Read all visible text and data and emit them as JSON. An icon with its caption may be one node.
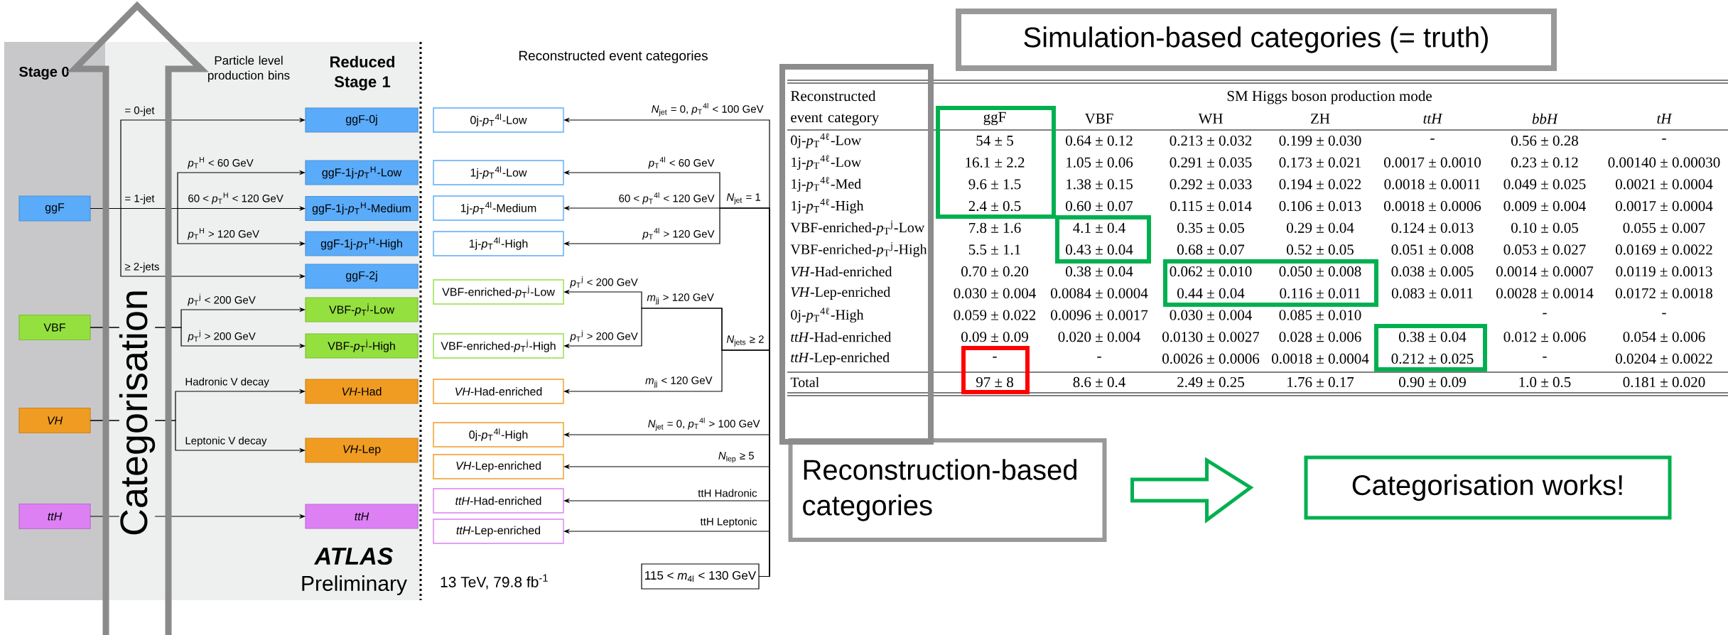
{
  "diagram": {
    "nodes": [
      {
        "text": [
          "Particle level production bins",
          "Reduced Stage 1",
          "ATLAS",
          "Preliminary"
        ]
      },
      {
        "text": [
          "Stage 0"
        ],
        "in": 0
      },
      {
        "text": [
          "ggF"
        ],
        "in": 1
      },
      {
        "text": [
          "VBF"
        ],
        "in": 1
      },
      {
        "text": [
          "VH"
        ],
        "in": 1
      },
      {
        "text": [
          "ttH"
        ],
        "in": 1
      },
      {
        "text": [
          "ggF-0j"
        ],
        "in": 0
      },
      {
        "text": [
          "ggF-1j-*p*$_{T}$$^{H}$-Low"
        ],
        "in": 0
      },
      {
        "text": [
          "ggF-1j-*p*$_{T}$$^{H}$-Medium"
        ],
        "in": 0
      },
      {
        "text": [
          "ggF-1j-*p*$_{T}$$^{H}$-High"
        ],
        "in": 0
      },
      {
        "text": [
          "ggF-2j"
        ],
        "in": 0
      },
      {
        "text": [
          "VBF-*p*$_{T}$$^{j}$-Low"
        ],
        "in": 0
      },
      {
        "text": [
          "VBF-*p*$_{T}$$^{j}$-High"
        ],
        "in": 0
      },
      {
        "text": [
          "*VH*-Had"
        ],
        "in": 0
      },
      {
        "text": [
          "*VH*-Lep"
        ],
        "in": 0
      },
      {
        "text": [
          "ttH"
        ],
        "in": 0
      },
      {
        "text": [
          "0j-*p*$_{T}$$^{4l}$-Low"
        ]
      },
      {
        "text": [
          "1j-*p*$_{T}$$^{4l}$-Low"
        ]
      },
      {
        "text": [
          "1j-*p*$_{T}$$^{4l}$-Medium"
        ]
      },
      {
        "text": [
          "1j-*p*$_{T}$$^{4l}$-High"
        ]
      },
      {
        "text": [
          "VBF-enriched-*p*$_{T}$$^{j}$-Low"
        ]
      },
      {
        "text": [
          "VBF-enriched-*p*$_{T}$$^{j}$-High"
        ]
      },
      {
        "text": [
          "*VH*-Had-enriched"
        ]
      },
      {
        "text": [
          "0j-*p*$_{T}$$^{4l}$-High"
        ]
      },
      {
        "text": [
          "*VH*-Lep-enriched"
        ]
      },
      {
        "text": [
          "*ttH*-Had-enriched"
        ]
      },
      {
        "text": [
          "*ttH*-Lep-enriched"
        ]
      },
      {
        "text": [
          "115 < *m*$_{4l}$ < 130 GeV"
        ]
      },
      {
        "text": [
          "Simulation-based categories (= truth)"
        ]
      },
      {
        "text": [
          "Reconstruction-based categories"
        ]
      },
      {
        "text": [
          "Categorisation works!"
        ]
      }
    ],
    "edges": [
      {
        "from": 2,
        "to": 6,
        "arrow": "to",
        "label": "= 0-jet"
      },
      {
        "from": 2,
        "to": 7,
        "arrow": "to",
        "label": "*p*$_{T}$$^{H}$ < 60 GeV"
      },
      {
        "from": 2,
        "to": 8,
        "arrow": "to",
        "label": "60 < *p*$_{T}$$^{H}$ < 120 GeV"
      },
      {
        "from": 2,
        "to": 9,
        "arrow": "to",
        "label": "*p*$_{T}$$^{H}$ > 120 GeV"
      },
      {
        "from": 2,
        "to": 10,
        "arrow": "to",
        "label": "≥ 2-jets"
      },
      {
        "from": 3,
        "to": 11,
        "arrow": "to",
        "label": "*p*$_{T}$$^{j}$ < 200 GeV"
      },
      {
        "from": 3,
        "to": 12,
        "arrow": "to",
        "label": "*p*$_{T}$$^{j}$ > 200 GeV"
      },
      {
        "from": 4,
        "to": 13,
        "arrow": "to",
        "label": "Hadronic V decay"
      },
      {
        "from": 4,
        "to": 14,
        "arrow": "to",
        "label": "Leptonic V decay"
      },
      {
        "from": 5,
        "to": 15,
        "arrow": "to"
      },
      {
        "from": 27,
        "to": 16,
        "arrow": "to",
        "label": "*N*$_{jet}$ = 0, *p*$_{T}$$^{4l}$ < 100 GeV"
      },
      {
        "from": 27,
        "to": 17,
        "arrow": "to",
        "label": "*p*$_{T}$$^{4l}$ < 60 GeV"
      },
      {
        "from": 27,
        "to": 18,
        "arrow": "to",
        "label": "60 < *p*$_{T}$$^{4l}$ < 120 GeV"
      },
      {
        "from": 27,
        "to": 19,
        "arrow": "to",
        "label": "*p*$_{T}$$^{4l}$ > 120 GeV"
      },
      {
        "from": 27,
        "to": 20,
        "arrow": "to",
        "label": "*p*$_{T}$$^{j}$ < 200 GeV"
      },
      {
        "from": 27,
        "to": 21,
        "arrow": "to",
        "label": "*p*$_{T}$$^{j}$ > 200 GeV"
      },
      {
        "from": 27,
        "to": 22,
        "arrow": "to",
        "label": "*m*$_{jj}$ < 120 GeV"
      },
      {
        "from": 27,
        "to": 23,
        "arrow": "to",
        "label": "*N*$_{jet}$ = 0, *p*$_{T}$$^{4l}$ > 100 GeV"
      },
      {
        "from": 27,
        "to": 24,
        "arrow": "to",
        "label": "*N*$_{lep}$ ≥ 5"
      },
      {
        "from": 27,
        "to": 25,
        "arrow": "to",
        "label": "ttH Hadronic"
      },
      {
        "from": 27,
        "to": 26,
        "arrow": "to",
        "label": "ttH Leptonic"
      },
      {
        "from": 29,
        "to": 30,
        "arrow": "to",
        "style": "thick",
        "color": "#00b050"
      }
    ],
    "labels": [
      "Categorisation",
      "= 1-jet",
      "Reconstructed event categories",
      "*N*$_{jet}$ = 1",
      "*m*$_{jj}$ > 120 GeV",
      "*N*$_{jets}$ ≥ 2",
      "13 TeV, 79.8 fb$^{-1}$",
      "Reconstructed event category",
      "SM Higgs boson production mode",
      "ggF",
      "VBF",
      "WH",
      "ZH",
      "ttH",
      "bbH",
      "tH",
      "0j-*p*$_{T}$$^{4ℓ}$-Low",
      "54 ± 5",
      "0.64 ± 0.12",
      "0.213 ± 0.032",
      "0.199 ± 0.030",
      "-",
      "0.56 ± 0.28",
      "-",
      "1j-*p*$_{T}$$^{4ℓ}$-Low",
      "16.1 ± 2.2",
      "1.05 ± 0.06",
      "0.291 ± 0.035",
      "0.173 ± 0.021",
      "0.0017 ± 0.0010",
      "0.23 ± 0.12",
      "0.00140 ± 0.00030",
      "1j-*p*$_{T}$$^{4ℓ}$-Med",
      "9.6 ± 1.5",
      "1.38 ± 0.15",
      "0.292 ± 0.033",
      "0.194 ± 0.022",
      "0.0018 ± 0.0011",
      "0.049 ± 0.025",
      "0.0021 ± 0.0004",
      "1j-*p*$_{T}$$^{4ℓ}$-High",
      "2.4 ± 0.5",
      "0.60 ± 0.07",
      "0.115 ± 0.014",
      "0.106 ± 0.013",
      "0.0018 ± 0.0006",
      "0.009 ± 0.004",
      "0.0017 ± 0.0004",
      "VBF-enriched-*p*$_{T}$$^{j}$-Low",
      "7.8 ± 1.6",
      "4.1 ± 0.4",
      "0.35 ± 0.05",
      "0.29 ± 0.04",
      "0.124 ± 0.013",
      "0.10 ± 0.05",
      "0.055 ± 0.007",
      "VBF-enriched-*p*$_{T}$$^{j}$-High",
      "5.5 ± 1.1",
      "0.43 ± 0.04",
      "0.68 ± 0.07",
      "0.52 ± 0.05",
      "0.051 ± 0.008",
      "0.053 ± 0.027",
      "0.0169 ± 0.0022",
      "*VH*-Had-enriched",
      "0.70 ± 0.20",
      "0.38 ± 0.04",
      "0.062 ± 0.010",
      "0.050 ± 0.008",
      "0.038 ± 0.005",
      "0.0014 ± 0.0007",
      "0.0119 ± 0.0013",
      "*VH*-Lep-enriched",
      "0.030 ± 0.004",
      "0.0084 ± 0.0004",
      "0.44 ± 0.04",
      "0.116 ± 0.011",
      "0.083 ± 0.011",
      "0.0028 ± 0.0014",
      "0.0172 ± 0.0018",
      "0j-*p*$_{T}$$^{4ℓ}$-High",
      "0.059 ± 0.022",
      "0.0096 ± 0.0017",
      "0.030 ± 0.004",
      "0.085 ± 0.010",
      "-",
      "-",
      "*ttH*-Had-enriched",
      "0.09 ± 0.09",
      "0.020 ± 0.004",
      "0.0130 ± 0.0027",
      "0.028 ± 0.006",
      "0.38 ± 0.04",
      "0.012 ± 0.006",
      "0.054 ± 0.006",
      "*ttH*-Lep-enriched",
      "-",
      "-",
      "0.0026 ± 0.0006",
      "0.0018 ± 0.0004",
      "0.212 ± 0.025",
      "-",
      "0.0204 ± 0.0022",
      "Total",
      "97 ± 8",
      "8.6 ± 0.4",
      "2.49 ± 0.25",
      "1.76 ± 0.17",
      "0.90 ± 0.09",
      "1.0 ± 0.5",
      "0.181 ± 0.020"
    ]
  }
}
